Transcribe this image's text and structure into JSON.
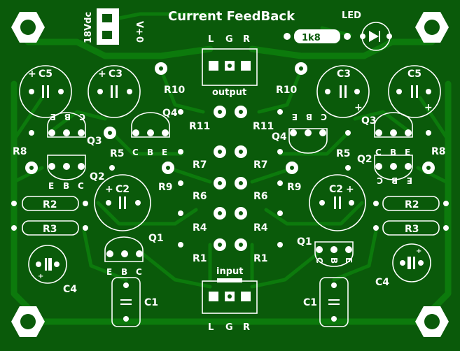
{
  "board": {
    "title": "Current FeedBack",
    "colors": {
      "board": "#0a5a0a",
      "trace": "#0c7a0c",
      "silk": "#ffffff",
      "copper_pad": "#ffffff"
    }
  },
  "power": {
    "label_voltage": "18Vdc",
    "pin_plus": "V+",
    "pin_zero": "0"
  },
  "led": {
    "label": "LED",
    "resistor": "1k8"
  },
  "connectors": {
    "output": {
      "label": "output",
      "pins": [
        "L",
        "G",
        "R"
      ]
    },
    "input": {
      "label": "input",
      "pins": [
        "L",
        "G",
        "R"
      ]
    }
  },
  "labels": {
    "C5": "C5",
    "C3": "C3",
    "C2": "C2",
    "C1": "C1",
    "C4": "C4",
    "R10": "R10",
    "R11": "R11",
    "R7": "R7",
    "R6": "R6",
    "R4": "R4",
    "R1": "R1",
    "R9": "R9",
    "R8": "R8",
    "R5": "R5",
    "R2": "R2",
    "R3": "R3",
    "Q1": "Q1",
    "Q2": "Q2",
    "Q3": "Q3",
    "Q4": "Q4",
    "plus": "+",
    "pin_C": "C",
    "pin_B": "B",
    "pin_E": "E"
  }
}
